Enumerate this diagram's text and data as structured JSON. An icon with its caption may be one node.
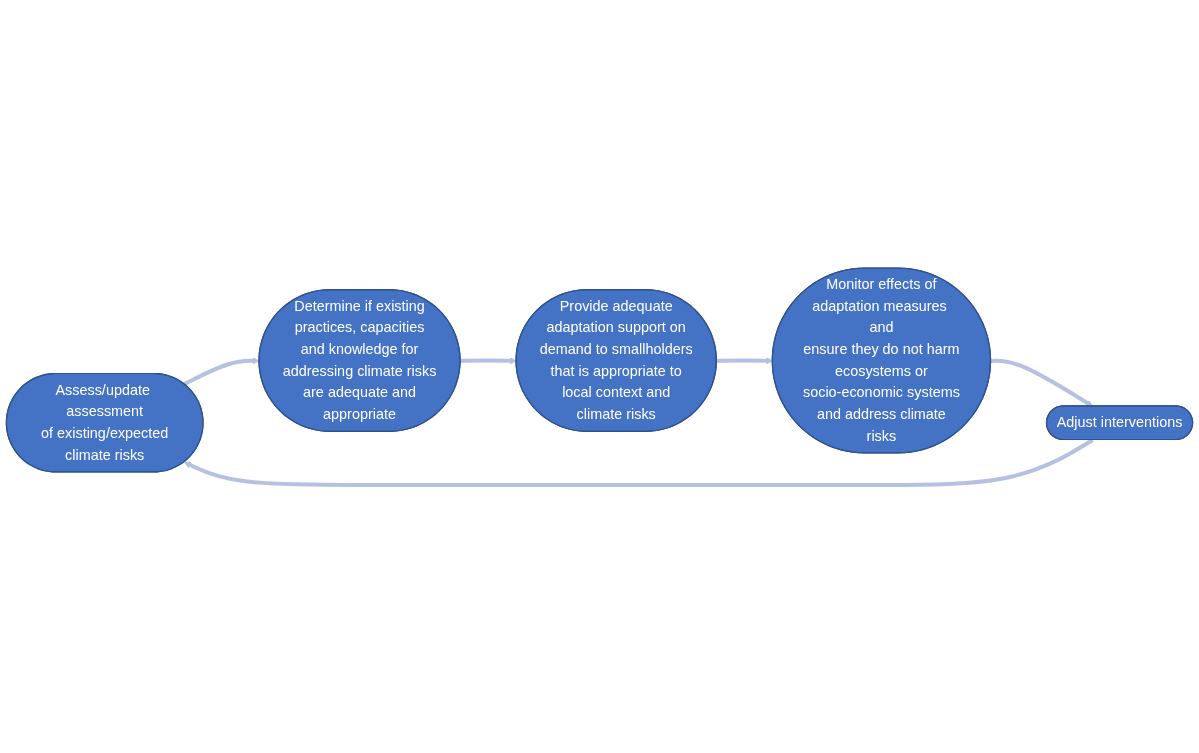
{
  "diagram": {
    "nodes": [
      {
        "text": [
          "Assess/update assessment of existing/expected climate risks"
        ]
      },
      {
        "text": [
          "Determine if existing practices, capacities and knowledge for addressing climate risks are adequate and appropriate"
        ]
      },
      {
        "text": [
          "Provide adequate adaptation support on demand to smallholders that is appropriate to local context and climate risks"
        ]
      },
      {
        "text": [
          "Monitor effects of adaptation measures and ensure they do not harm ecosystems or socio-economic systems and address climate risks"
        ]
      },
      {
        "text": [
          "Adjust interventions"
        ]
      }
    ],
    "edges": [
      {
        "from": 0,
        "to": 1,
        "arrow": "to"
      },
      {
        "from": 1,
        "to": 2,
        "arrow": "to"
      },
      {
        "from": 2,
        "to": 3,
        "arrow": "to"
      },
      {
        "from": 3,
        "to": 4,
        "arrow": "to"
      },
      {
        "from": 4,
        "to": 0,
        "arrow": "to"
      }
    ]
  }
}
